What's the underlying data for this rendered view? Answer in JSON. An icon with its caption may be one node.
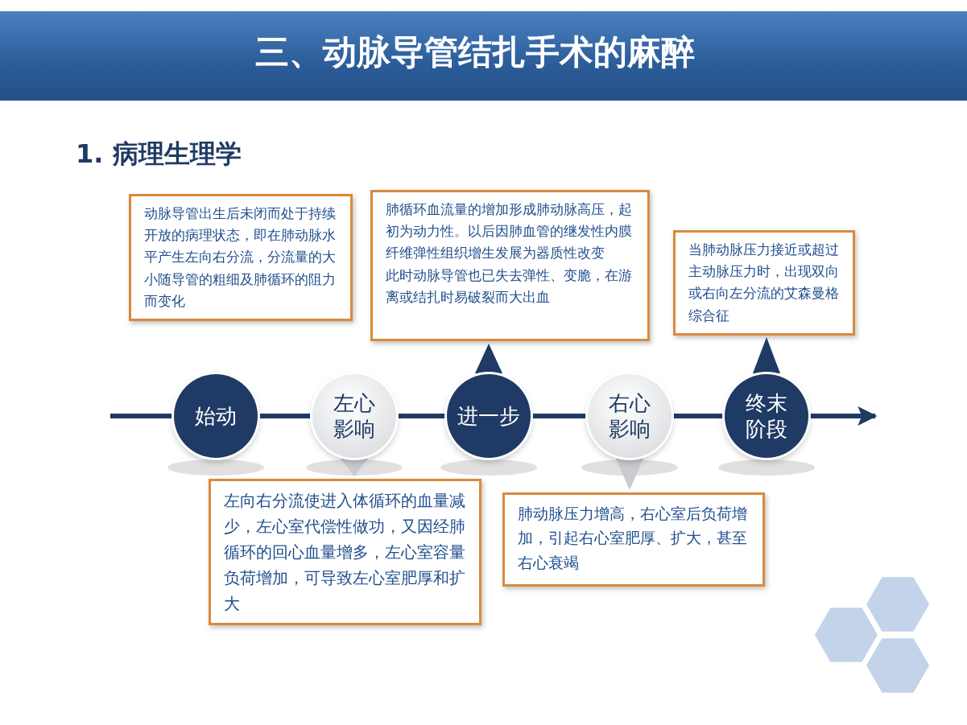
{
  "diagram": {
    "title": "三、动脉导管结扎手术的麻醉",
    "nodes": [
      {
        "text": [
          "动脉导管出生后未闭而处于持续开放的病理状态，即在肺动脉水平产生左向右分流，分流量的大小随导管的粗细及肺循环的阻力而变化"
        ]
      },
      {
        "text": [
          "肺循环血流量的增加形成肺动脉高压，起初为动力性。以后因肺血管的继发性内膜纤维弹性组织增生发展为器质性改变",
          "此时动脉导管也已失去弹性、变脆，在游离或结扎时易破裂而大出血"
        ]
      },
      {
        "text": [
          "当肺动脉压力接近或超过主动脉压力时，出现双向或右向左分流的艾森曼格综合征"
        ]
      },
      {
        "text": [
          "始动"
        ]
      },
      {
        "text": [
          "左心影响"
        ]
      },
      {
        "text": [
          "进一步"
        ]
      },
      {
        "text": [
          "右心影响"
        ]
      },
      {
        "text": [
          "终末阶段"
        ]
      },
      {
        "text": [
          "左向右分流使进入体循环的血量减少，左心室代偿性做功，又因经肺循环的回心血量增多，左心室容量负荷增加，可导致左心室肥厚和扩大"
        ]
      },
      {
        "text": [
          "肺动脉压力增高，右心室后负荷增加，引起右心室肥厚、扩大，甚至右心衰竭"
        ]
      }
    ],
    "edges": [
      {
        "from": null,
        "to": 3,
        "arrow": "none"
      },
      {
        "from": 3,
        "to": 4,
        "arrow": "none"
      },
      {
        "from": 4,
        "to": 5,
        "arrow": "none"
      },
      {
        "from": 5,
        "to": 6,
        "arrow": "none"
      },
      {
        "from": 6,
        "to": 7,
        "arrow": "none"
      },
      {
        "from": 7,
        "to": null,
        "arrow": "to"
      },
      {
        "from": 4,
        "to": 8,
        "arrow": "to"
      },
      {
        "from": 5,
        "to": 1,
        "arrow": "to"
      },
      {
        "from": 6,
        "to": 9,
        "arrow": "to"
      },
      {
        "from": 7,
        "to": 2,
        "arrow": "to"
      }
    ],
    "labels": [
      "1. 病理生理学"
    ]
  }
}
